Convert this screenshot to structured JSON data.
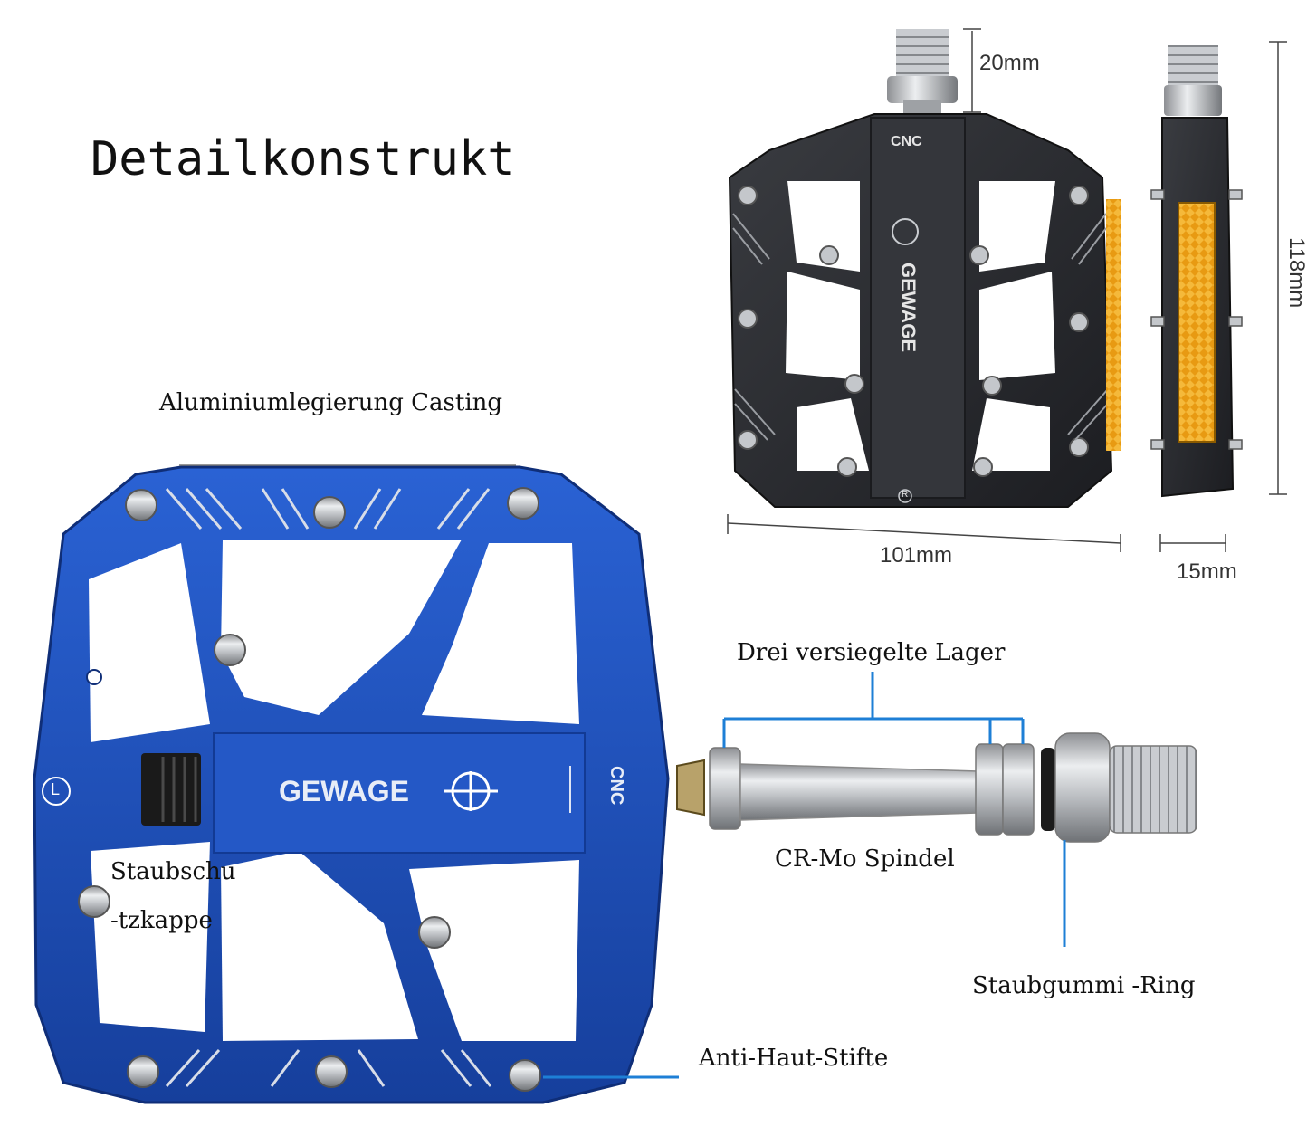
{
  "title": "Detailkonstrukt",
  "dimensions": {
    "shaft_length": "20mm",
    "height": "118mm",
    "width": "101mm",
    "thickness": "15mm"
  },
  "pedal_top": {
    "brand": "GEWAGE",
    "cnc_mark": "CNC",
    "registered_mark": "R",
    "body_color": "#2b2d31",
    "reflector_color": "#e89a12"
  },
  "pedal_front": {
    "brand": "GEWAGE",
    "cnc_mark": "CNC",
    "side_mark": "L",
    "body_color": "#1f4fb8"
  },
  "callouts": {
    "casting": "Aluminiumlegierung Casting",
    "bearings": "Drei versiegelte Lager",
    "spindle": "CR-Mo Spindel",
    "dust_cap_line1": "Staubschu",
    "dust_cap_line2": "-tzkappe",
    "rubber_ring": "Staubgummi -Ring",
    "pins": "Anti-Haut-Stifte",
    "line_color": "#1e7fd6"
  }
}
